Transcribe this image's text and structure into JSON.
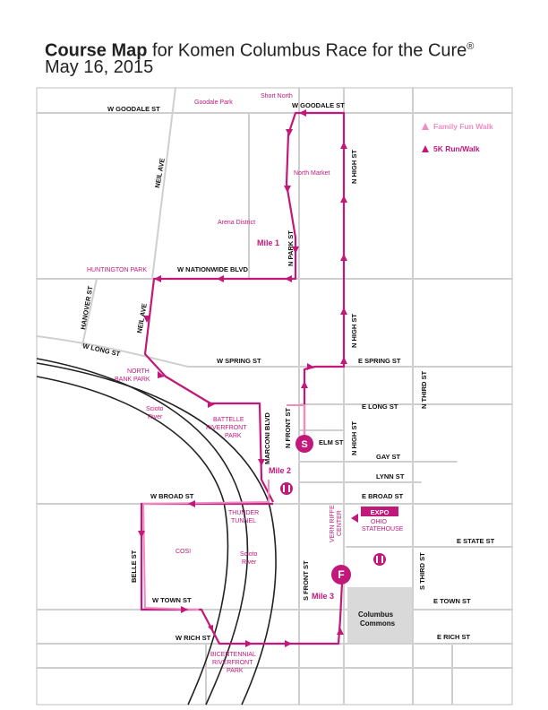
{
  "title": {
    "bold": "Course Map",
    "rest": " for Komen Columbus Race for the Cure",
    "reg": "®",
    "date": "May 16, 2015"
  },
  "legend": {
    "family": "Family Fun Walk",
    "run": "5K Run/Walk",
    "family_color": "#f08cc0",
    "run_color": "#c2187a"
  },
  "streets": {
    "w_goodale_1": "W GOODALE ST",
    "w_goodale_2": "W GOODALE ST",
    "neil_ave_1": "NEIL AVE",
    "neil_ave_2": "NEIL AVE",
    "hanover": "HANOVER ST",
    "w_nationwide": "W NATIONWIDE BLVD",
    "n_park": "N PARK ST",
    "n_high_1": "N HIGH ST",
    "n_high_2": "N HIGH ST",
    "n_high_3": "N HIGH ST",
    "w_long": "W LONG ST",
    "w_spring": "W SPRING ST",
    "e_spring": "E SPRING ST",
    "n_third": "N THIRD ST",
    "e_long": "E LONG ST",
    "marconi": "MARCONI BLVD",
    "n_front": "N FRONT ST",
    "elm": "ELM ST",
    "gay": "GAY ST",
    "lynn": "LYNN ST",
    "w_broad": "W BROAD ST",
    "e_broad": "E BROAD ST",
    "e_state": "E STATE ST",
    "belle": "BELLE ST",
    "s_front": "S FRONT ST",
    "s_third": "S THIRD ST",
    "w_town": "W TOWN ST",
    "e_town": "E TOWN ST",
    "w_rich": "W RICH ST",
    "e_rich": "E RICH ST"
  },
  "landmarks": {
    "goodale_park": "Goodale Park",
    "short_north": "Short North",
    "north_market": "North Market",
    "arena_district": "Arena District",
    "huntington_park": "HUNTINGTON PARK",
    "north_bank_1": "NORTH",
    "north_bank_2": "BANK PARK",
    "scioto_river_1a": "Scioto",
    "scioto_river_1b": "River",
    "battelle_1": "BATTELLE",
    "battelle_2": "RIVERFRONT",
    "battelle_3": "PARK",
    "thunder_1": "THUNDER",
    "thunder_2": "TUNNEL",
    "cosi": "COSI",
    "scioto_river_2a": "Scioto",
    "scioto_river_2b": "River",
    "vern_riffe_1": "VERN RIFFE",
    "vern_riffe_2": "CENTER",
    "expo": "EXPO",
    "ohio_1": "OHIO",
    "ohio_2": "STATEHOUSE",
    "columbus_commons_1": "Columbus",
    "columbus_commons_2": "Commons",
    "bicentennial_1": "BICENTENNIAL",
    "bicentennial_2": "RIVERFRONT",
    "bicentennial_3": "PARK"
  },
  "markers": {
    "start": "S",
    "finish": "F",
    "mile1": "Mile 1",
    "mile2": "Mile 2",
    "mile3": "Mile 3"
  },
  "colors": {
    "road": "#cfcfcf",
    "route": "#c2187a",
    "family": "#f08cc0",
    "commons": "#d9d9d9"
  }
}
